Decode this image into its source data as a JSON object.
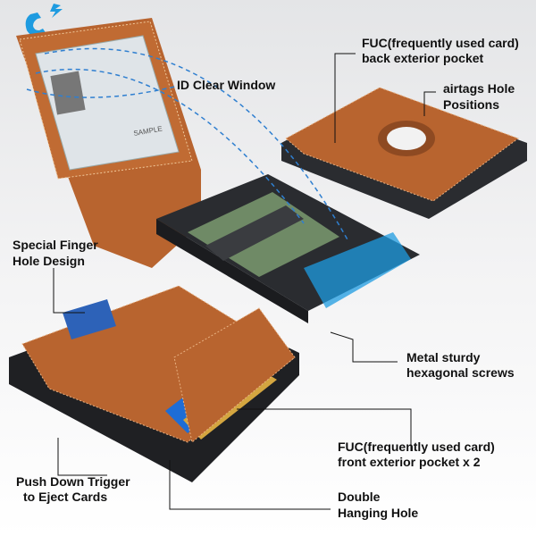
{
  "labels": {
    "id_window": "ID Clear Window",
    "back_pocket_1": "FUC(frequently used card)",
    "back_pocket_2": "back exterior pocket",
    "airtag_1": "airtags Hole",
    "airtag_2": "Positions",
    "finger_1": "Special Finger",
    "finger_2": "Hole Design",
    "screws_1": "Metal sturdy",
    "screws_2": "hexagonal screws",
    "front_pocket_1": "FUC(frequently used card)",
    "front_pocket_2": "front exterior pocket x 2",
    "trigger_1": "Push Down Trigger",
    "trigger_2": "to Eject Cards",
    "hanging_1": "Double",
    "hanging_2": "Hanging Hole"
  },
  "id_card_text": "SAMPLE",
  "logo": {
    "icon": "magnet-lightning-icon"
  },
  "colors": {
    "leather": "#b8642f",
    "metal": "#2a2c30",
    "accent": "#1e9be0",
    "arrow": "#2f7fd0"
  }
}
